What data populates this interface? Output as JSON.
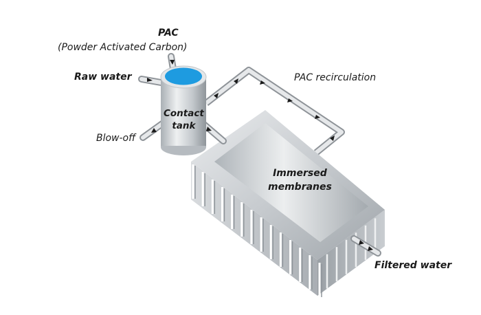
{
  "diagram": {
    "title": "PAC contact tank with immersed membranes process",
    "labels": {
      "pac": "PAC",
      "pac_full": "(Powder Activated Carbon)",
      "raw_water": "Raw water",
      "blow_off": "Blow-off",
      "contact_tank_line1": "Contact",
      "contact_tank_line2": "tank",
      "pac_recirculation": "PAC recirculation",
      "immersed_line1": "Immersed",
      "immersed_line2": "membranes",
      "filtered_water": "Filtered water"
    },
    "colors": {
      "water_blue": "#1e9be0",
      "tank_gray": "#c9cdd1",
      "basin_gray": "#b9bec3",
      "pipe_gray": "#d7dadd",
      "arrow": "#1a1a1a"
    },
    "nodes": [
      "Contact tank",
      "Immersed membranes"
    ],
    "flows": [
      {
        "from": "PAC",
        "to": "Contact tank"
      },
      {
        "from": "Raw water",
        "to": "Contact tank"
      },
      {
        "from": "Contact tank",
        "to": "Blow-off"
      },
      {
        "from": "Contact tank",
        "to": "Immersed membranes"
      },
      {
        "from": "Immersed membranes",
        "to": "Contact tank",
        "label": "PAC recirculation"
      },
      {
        "from": "Immersed membranes",
        "to": "Filtered water"
      }
    ]
  }
}
